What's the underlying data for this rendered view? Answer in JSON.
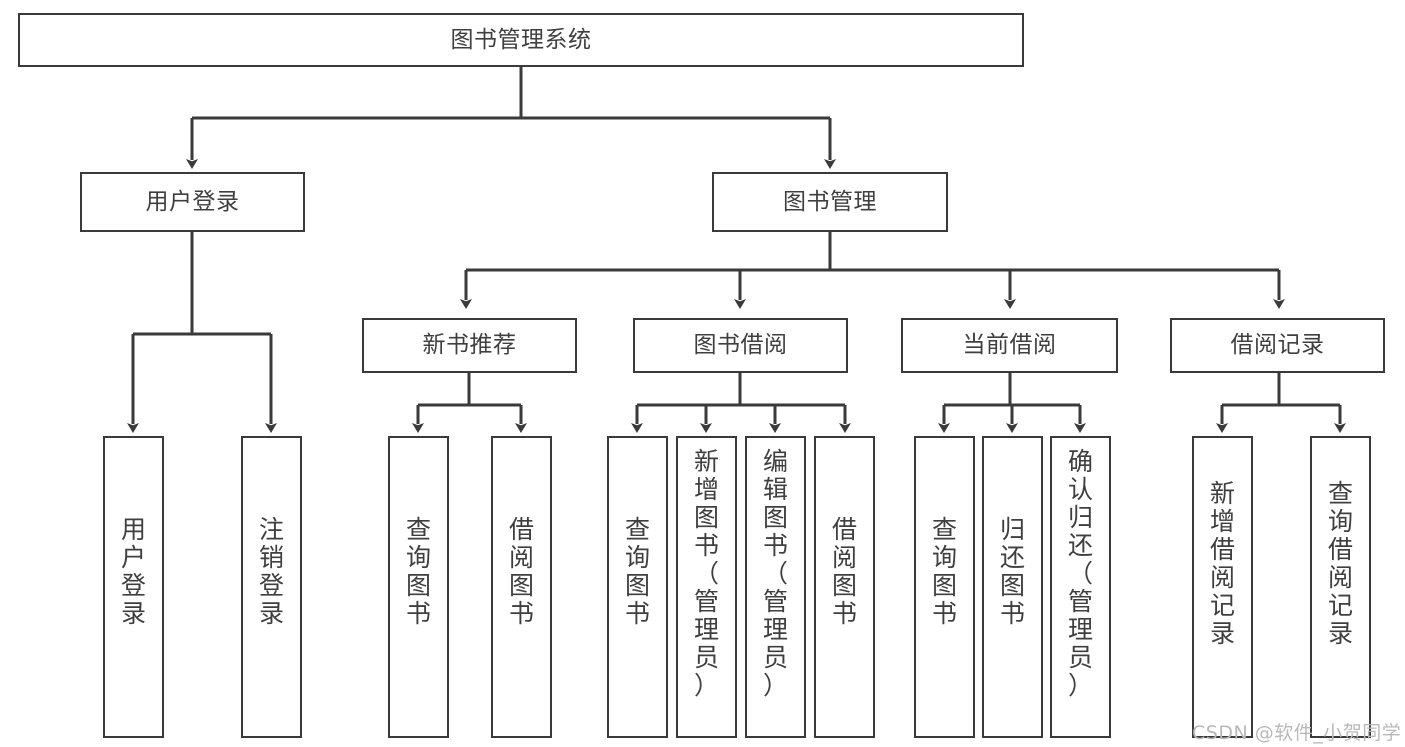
{
  "diagram": {
    "type": "tree",
    "title": "图书管理系统",
    "root": {
      "label": "图书管理系统"
    },
    "level2": [
      {
        "label": "用户登录"
      },
      {
        "label": "图书管理"
      }
    ],
    "level3": [
      {
        "label": "新书推荐"
      },
      {
        "label": "图书借阅"
      },
      {
        "label": "当前借阅"
      },
      {
        "label": "借阅记录"
      }
    ],
    "leaves_user_login": [
      {
        "label": "用\n户\n登\n录"
      },
      {
        "label": "注\n销\n登\n录"
      }
    ],
    "leaves_new_book": [
      {
        "label": "查\n询\n图\n书"
      },
      {
        "label": "借\n阅\n图\n书"
      }
    ],
    "leaves_borrow": [
      {
        "label": "查\n询\n图\n书"
      },
      {
        "label": "新\n增\n图\n书\n（\n管\n理\n员\n）"
      },
      {
        "label": "编\n辑\n图\n书\n（\n管\n理\n员\n）"
      },
      {
        "label": "借\n阅\n图\n书"
      }
    ],
    "leaves_current": [
      {
        "label": "查\n询\n图\n书"
      },
      {
        "label": "归\n还\n图\n书"
      },
      {
        "label": "确\n认\n归\n还\n（\n管\n理\n员\n）"
      }
    ],
    "leaves_records": [
      {
        "label": "新\n增\n借\n阅\n记\n录"
      },
      {
        "label": "查\n询\n借\n阅\n记\n录"
      }
    ]
  },
  "watermark": {
    "text": "CSDN @软件_小贺同学"
  },
  "colors": {
    "stroke": "#3a3a3a",
    "text": "#3f3f3f",
    "background": "#ffffff",
    "watermark": "#b9b9b9"
  }
}
